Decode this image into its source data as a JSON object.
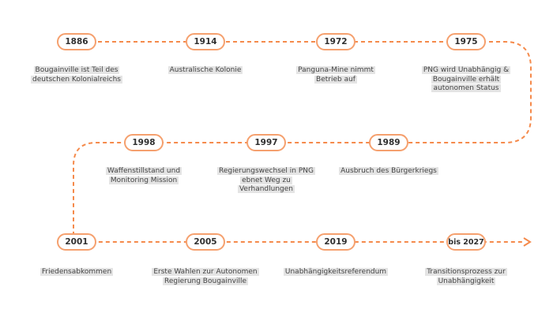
{
  "theme": {
    "line_color": "#f58a4b",
    "pill_border": "#f5a06e",
    "label_bg": "#e4e4e4"
  },
  "events": [
    {
      "year": "1886",
      "lines": [
        "Bougainville ist Teil des",
        "deutschen Kolonialreichs"
      ]
    },
    {
      "year": "1914",
      "lines": [
        "Australische Kolonie"
      ]
    },
    {
      "year": "1972",
      "lines": [
        "Panguna-Mine nimmt",
        "Betrieb auf"
      ]
    },
    {
      "year": "1975",
      "lines": [
        "PNG wird Unabhängig &",
        "Bougainville erhält",
        "autonomen Status"
      ]
    },
    {
      "year": "1989",
      "lines": [
        "Ausbruch des Bürgerkriegs"
      ]
    },
    {
      "year": "1997",
      "lines": [
        "Regierungswechsel in PNG",
        "ebnet Weg zu",
        "Verhandlungen"
      ]
    },
    {
      "year": "1998",
      "lines": [
        "Waffenstillstand und",
        "Monitoring Mission"
      ]
    },
    {
      "year": "2001",
      "lines": [
        "Friedensabkommen"
      ]
    },
    {
      "year": "2005",
      "lines": [
        "Erste Wahlen zur Autonomen",
        "Regierung Bougainville"
      ]
    },
    {
      "year": "2019",
      "lines": [
        "Unabhängigkeitsreferendum"
      ]
    },
    {
      "year": "bis 2027",
      "lines": [
        "Transitionsprozess zur",
        "Unabhängigkeit"
      ]
    }
  ]
}
